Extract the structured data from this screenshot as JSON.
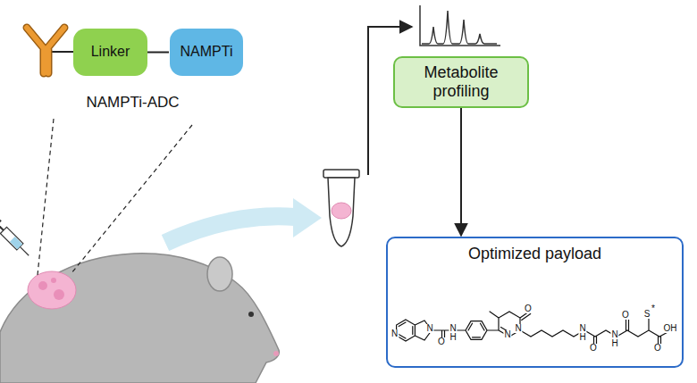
{
  "diagram": {
    "nodes": [
      {
        "text": [
          "NAMPTi-ADC"
        ]
      },
      {
        "text": [
          "Linker"
        ],
        "in": 0
      },
      {
        "text": [
          "NAMPTi"
        ],
        "in": 0
      },
      {
        "text": [
          "Metabolite profiling"
        ]
      },
      {
        "text": [
          "Optimized payload"
        ]
      }
    ],
    "edges": [
      {
        "from": 1,
        "to": 2,
        "arrow": "none"
      },
      {
        "from": 3,
        "to": 4,
        "arrow": "to"
      }
    ],
    "labels": [
      "N",
      "N",
      "O",
      "N",
      "H",
      "N",
      "N",
      "O",
      "N",
      "H",
      "O",
      "N",
      "H",
      "O",
      "S",
      "*",
      "O",
      "OH"
    ]
  }
}
